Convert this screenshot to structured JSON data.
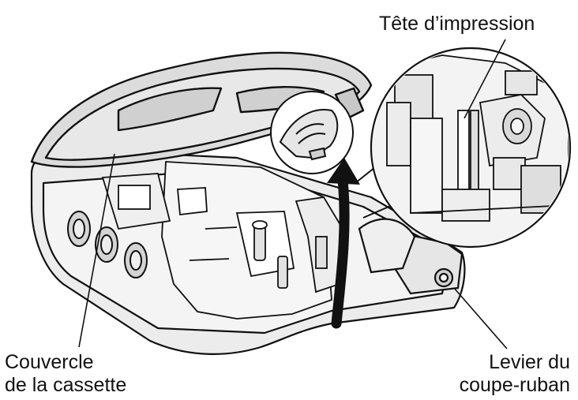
{
  "labels": {
    "print_head": "Tête d’impression",
    "cassette_cover_line1": "Couvercle",
    "cassette_cover_line2": "de la cassette",
    "cutter_lever_line1": "Levier du",
    "cutter_lever_line2": "coupe-ruban"
  },
  "colors": {
    "outline": "#111111",
    "body_fill": "#ececec",
    "lid_fill": "#dcdcdc",
    "cavity_fill": "#f6f6f6",
    "background": "#ffffff"
  },
  "icons": {
    "open_arrow": "curved-up-arrow-icon",
    "lid_latch": "latch-detail-icon"
  }
}
